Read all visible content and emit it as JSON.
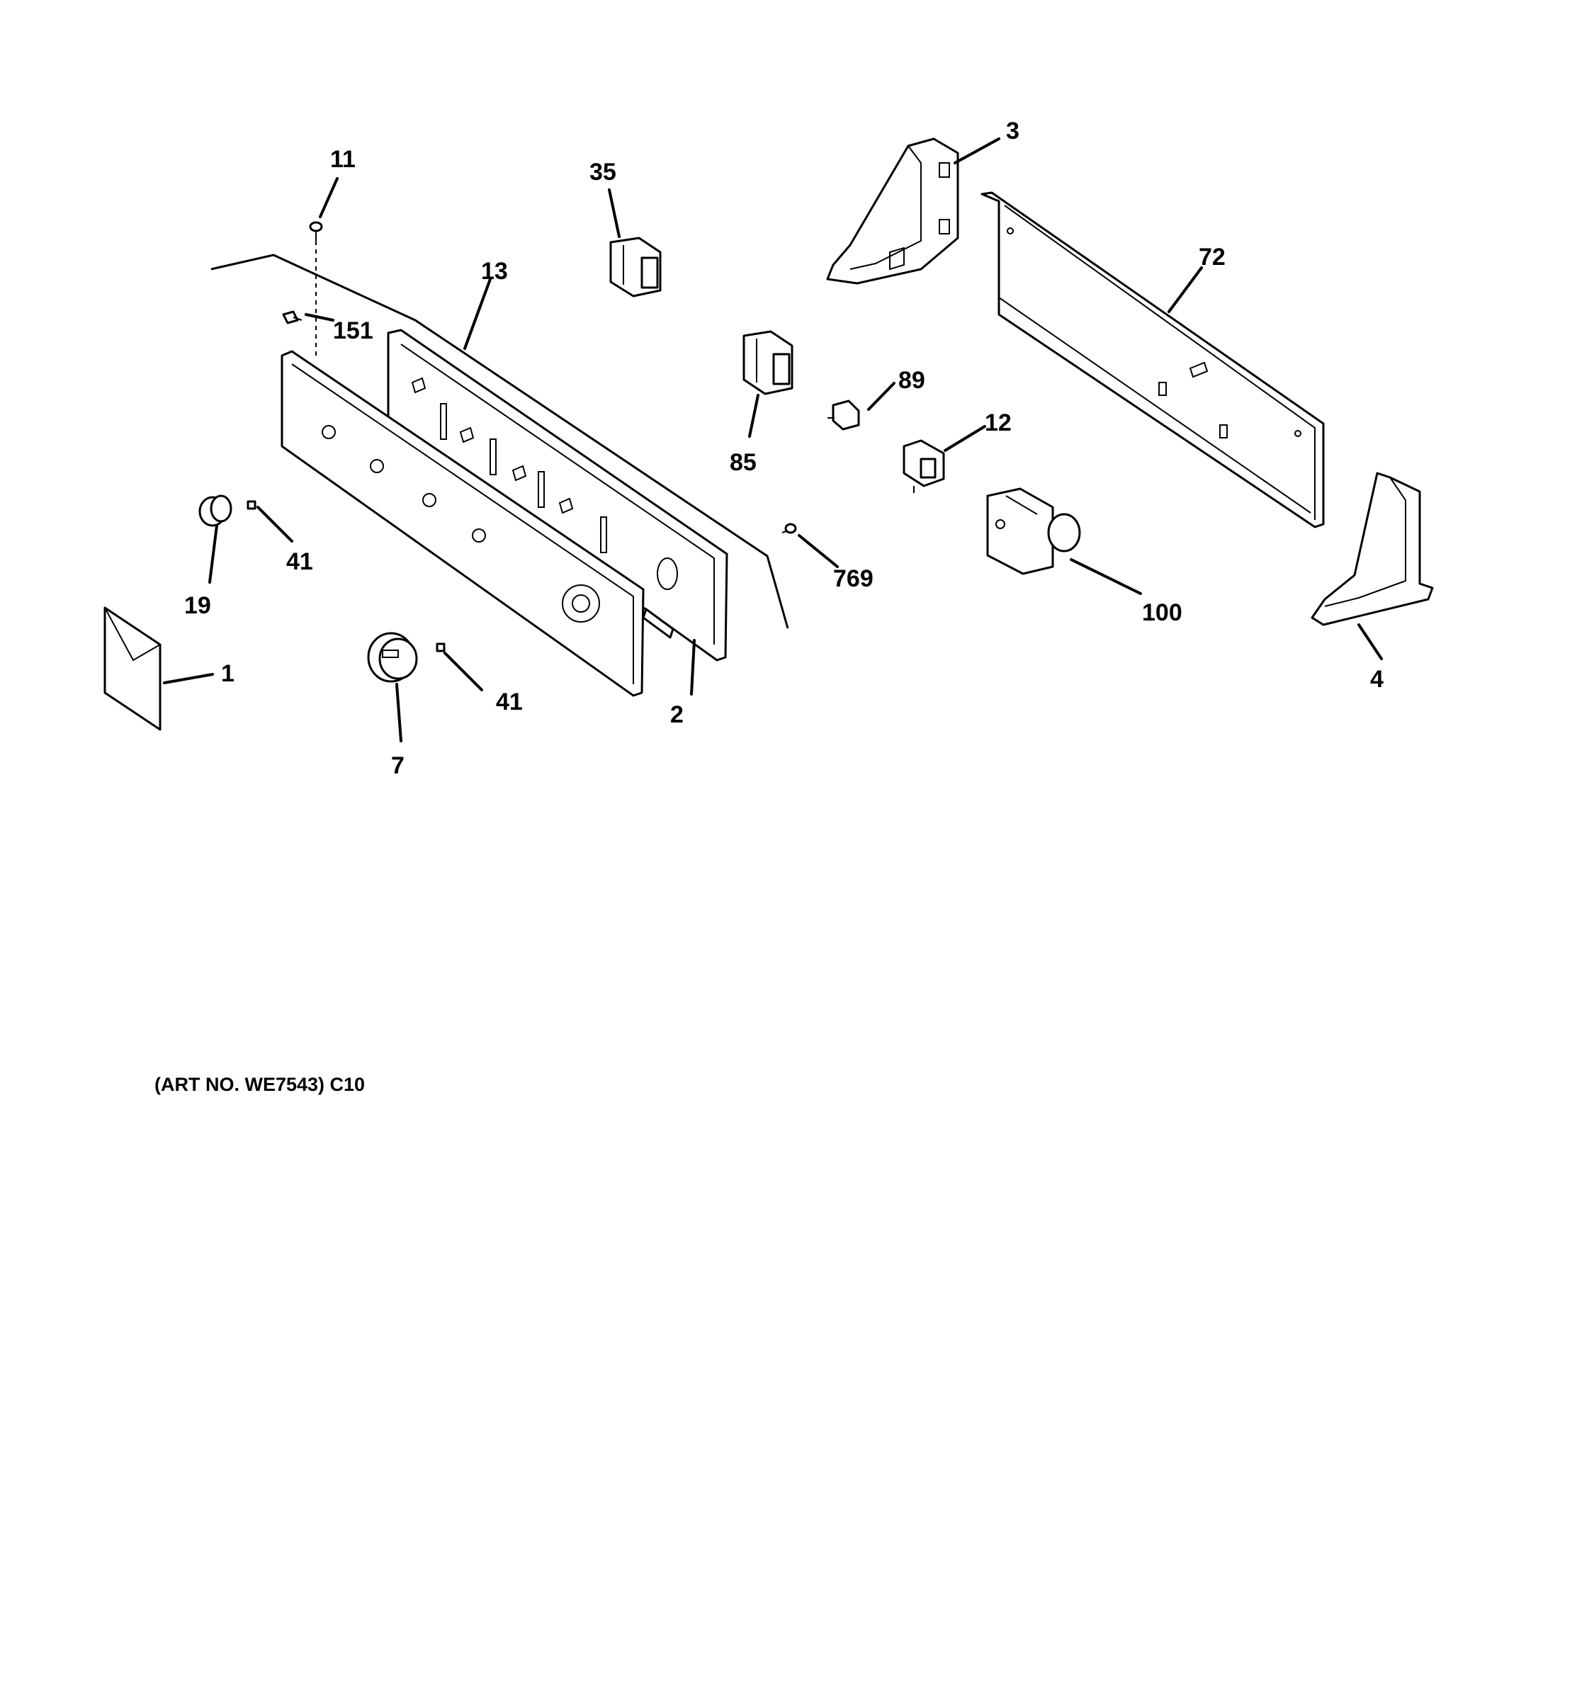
{
  "callouts": {
    "c1": "1",
    "c2": "2",
    "c3": "3",
    "c4": "4",
    "c7": "7",
    "c11": "11",
    "c12": "12",
    "c13": "13",
    "c19": "19",
    "c35": "35",
    "c41a": "41",
    "c41b": "41",
    "c72": "72",
    "c85": "85",
    "c89": "89",
    "c100": "100",
    "c151": "151",
    "c769": "769"
  },
  "art_number": "(ART NO. WE7543) C10"
}
